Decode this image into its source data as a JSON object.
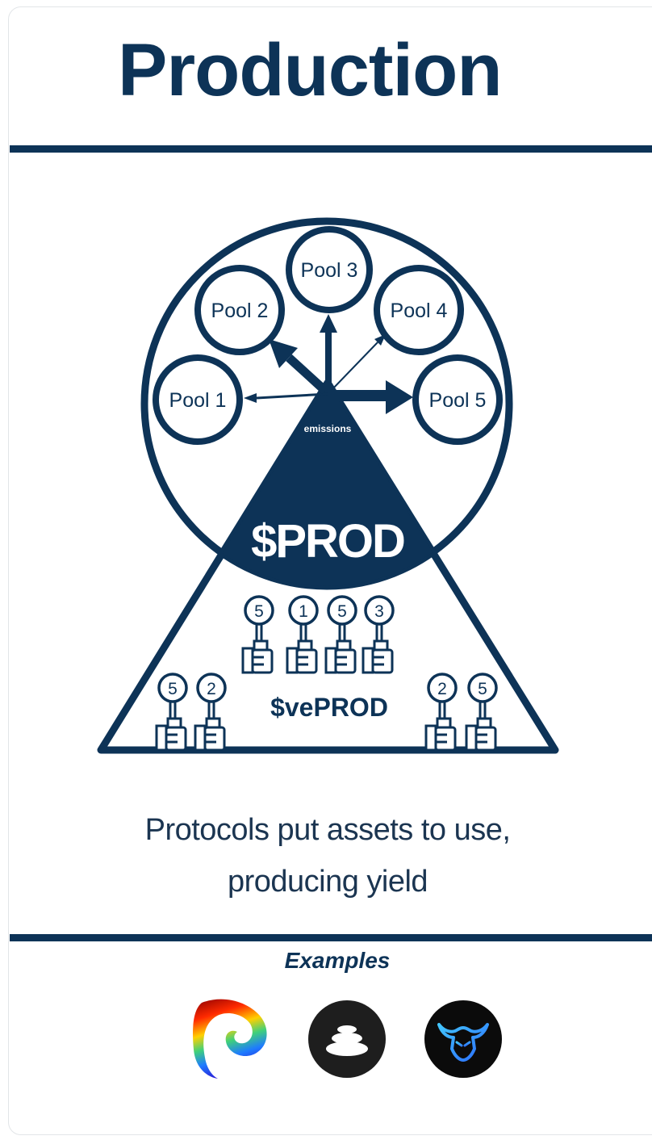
{
  "page": {
    "title": "Production",
    "caption_line1": "Protocols put assets to use,",
    "caption_line2": "producing yield",
    "examples_heading": "Examples"
  },
  "diagram": {
    "center_label": "emissions",
    "token_label": "$PROD",
    "ve_label": "$vePROD",
    "pools": [
      "Pool 1",
      "Pool 2",
      "Pool 3",
      "Pool 4",
      "Pool 5"
    ],
    "voter_numbers": [
      "5",
      "1",
      "5",
      "3",
      "5",
      "2",
      "2",
      "5"
    ]
  },
  "examples": [
    {
      "icon": "curve-logo"
    },
    {
      "icon": "balancer-logo"
    },
    {
      "icon": "bull-logo"
    }
  ],
  "colors": {
    "navy": "#0d3357",
    "text": "#1b3551",
    "logo_dark": "#1e1e1e"
  }
}
